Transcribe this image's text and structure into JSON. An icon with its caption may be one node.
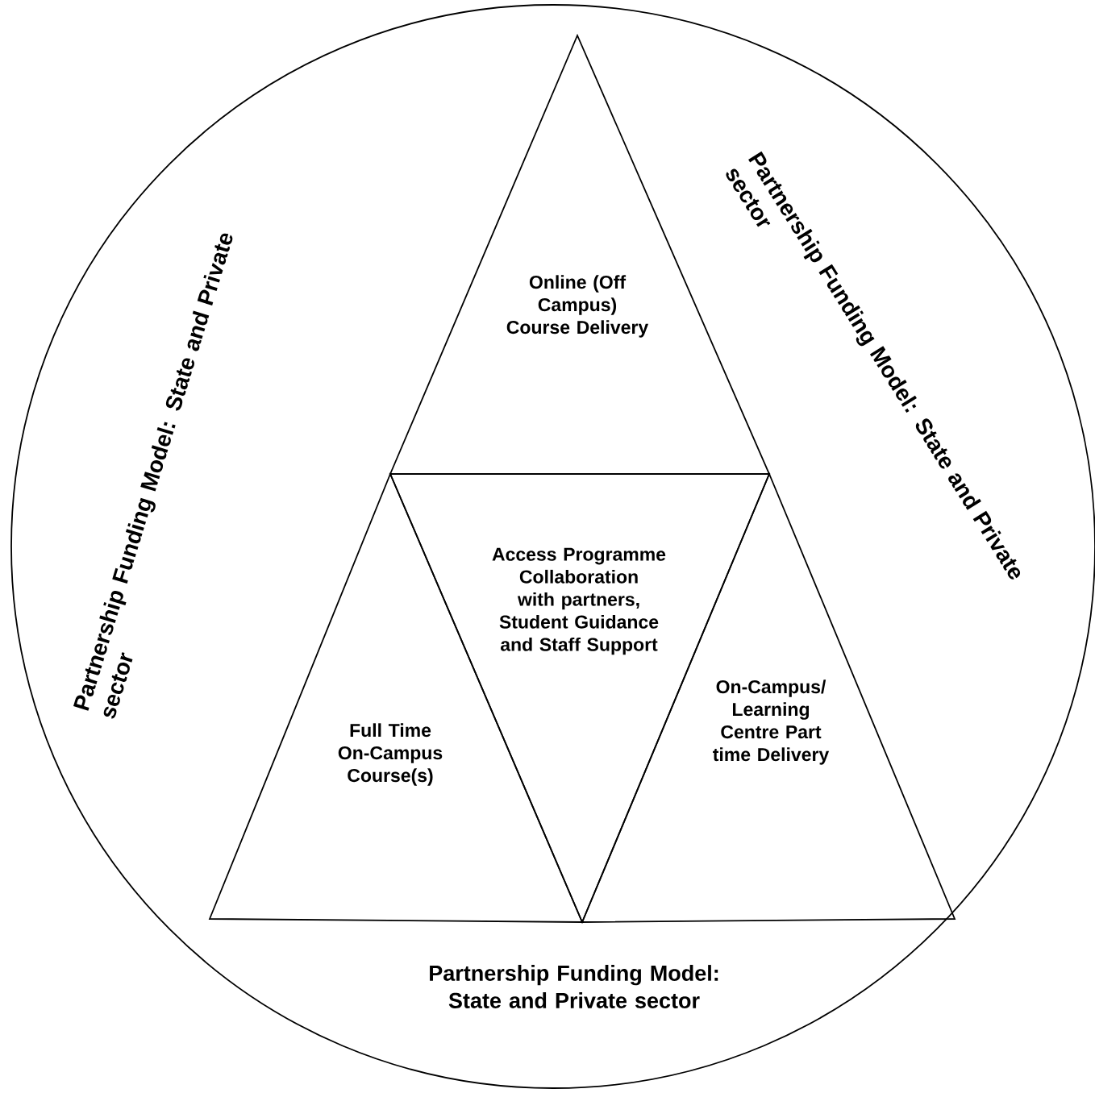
{
  "diagram": {
    "nodes": [
      {
        "text": [
          "Partnership Funding Model: State and Private sector",
          "Partnership Funding Model: State and Private sector",
          "Partnership Funding Model: State and Private sector"
        ]
      },
      {
        "text": [
          "Online (Off Campus) Course Delivery"
        ],
        "in": 0
      },
      {
        "text": [
          "Full Time On-Campus Course(s)"
        ],
        "in": 0
      },
      {
        "text": [
          "Access Programme Collaboration with partners, Student Guidance and Staff Support"
        ],
        "in": 0
      },
      {
        "text": [
          "On-Campus/ Learning Centre Part time Delivery"
        ],
        "in": 0
      }
    ]
  }
}
